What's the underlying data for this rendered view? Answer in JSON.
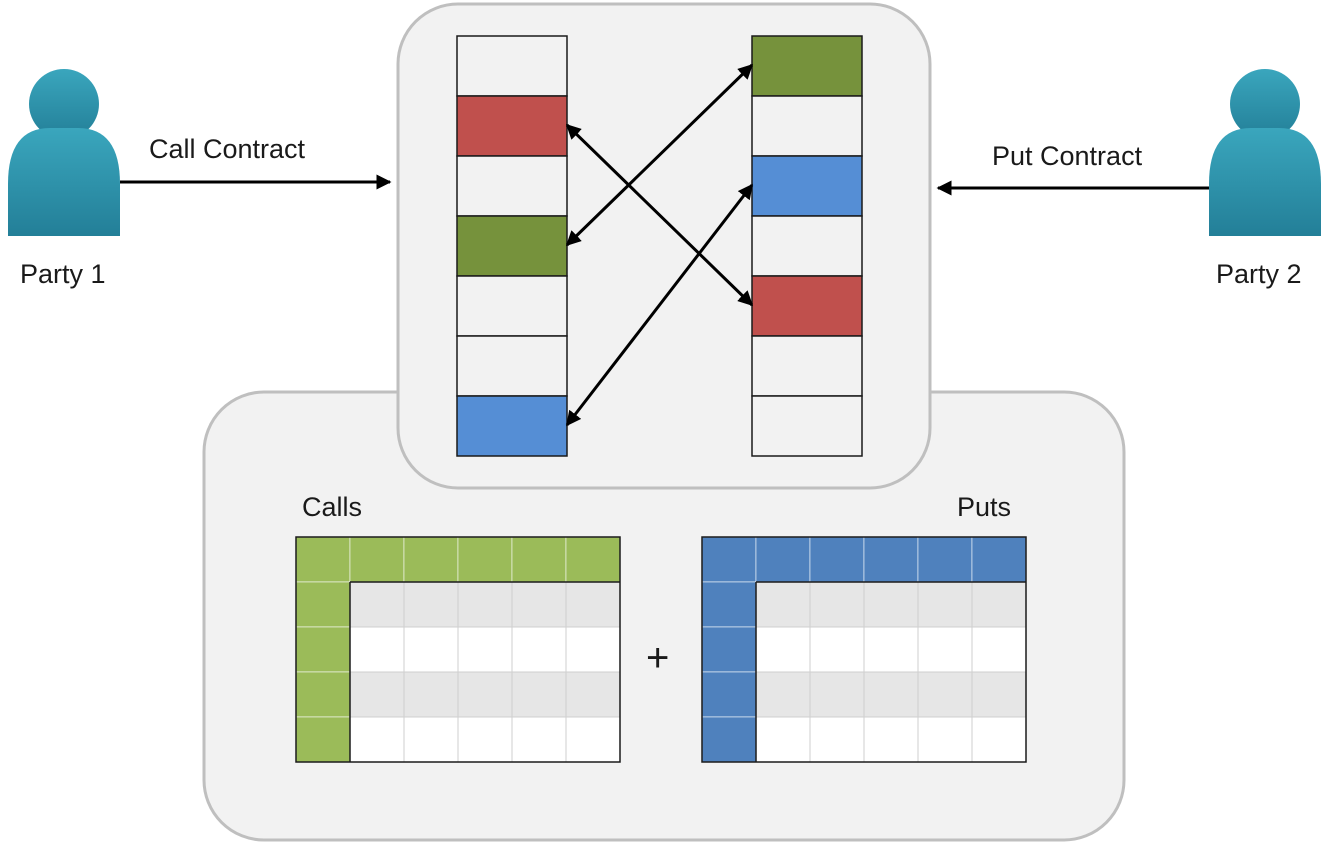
{
  "party1": {
    "label": "Party 1",
    "color": "#2a8fa8"
  },
  "party2": {
    "label": "Party 2",
    "color": "#2a8fa8"
  },
  "arrows": {
    "call_label": "Call Contract",
    "put_label": "Put Contract"
  },
  "book": {
    "left_column": [
      "empty",
      "red",
      "empty",
      "green",
      "empty",
      "empty",
      "blue"
    ],
    "right_column": [
      "green",
      "empty",
      "blue",
      "empty",
      "red",
      "empty",
      "empty"
    ],
    "colors": {
      "red": "#c0504d",
      "green": "#76923c",
      "blue": "#558ed5",
      "empty": "#f2f2f2"
    }
  },
  "tables": {
    "calls": {
      "title": "Calls",
      "accent": "#9bbb59"
    },
    "puts": {
      "title": "Puts",
      "accent": "#4f81bd"
    },
    "operator": "+",
    "columns": 6,
    "rows": 4,
    "row_colors": [
      "#e6e6e6",
      "#ffffff"
    ]
  }
}
